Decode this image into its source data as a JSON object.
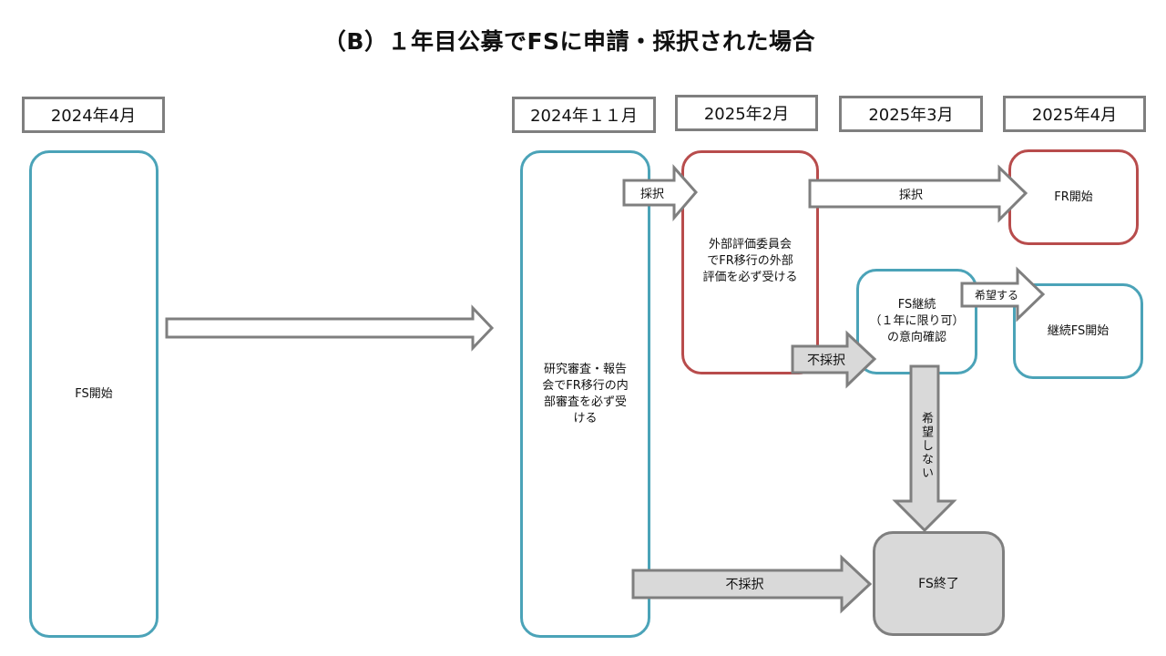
{
  "title": "（B）１年目公募でFSに申請・採択された場合",
  "dates": [
    "2024年4月",
    "2024年１１月",
    "2025年2月",
    "2025年3月",
    "2025年4月"
  ],
  "nodes": {
    "fs_start": "FS開始",
    "internal_review": "研究審査・報告\n会でFR移行の内\n部審査を必ず受\nける",
    "external_review": "外部評価委員会\nでFR移行の外部\n評価を必ず受ける",
    "fr_start": "FR開始",
    "fs_continue_check": "FS継続\n（１年に限り可）\nの意向確認",
    "continued_fs_start": "継続FS開始",
    "fs_end": "FS終了"
  },
  "arrows": {
    "adopted_1": "採択",
    "adopted_2": "採択",
    "rejected_1": "不採択",
    "rejected_2": "不採択",
    "wish_yes": "希望する",
    "wish_no": "希望しない"
  },
  "colors": {
    "teal": "#4ba3b8",
    "red": "#b84c4c",
    "grey_border": "#7f7f7f",
    "grey_fill": "#d9d9d9"
  }
}
